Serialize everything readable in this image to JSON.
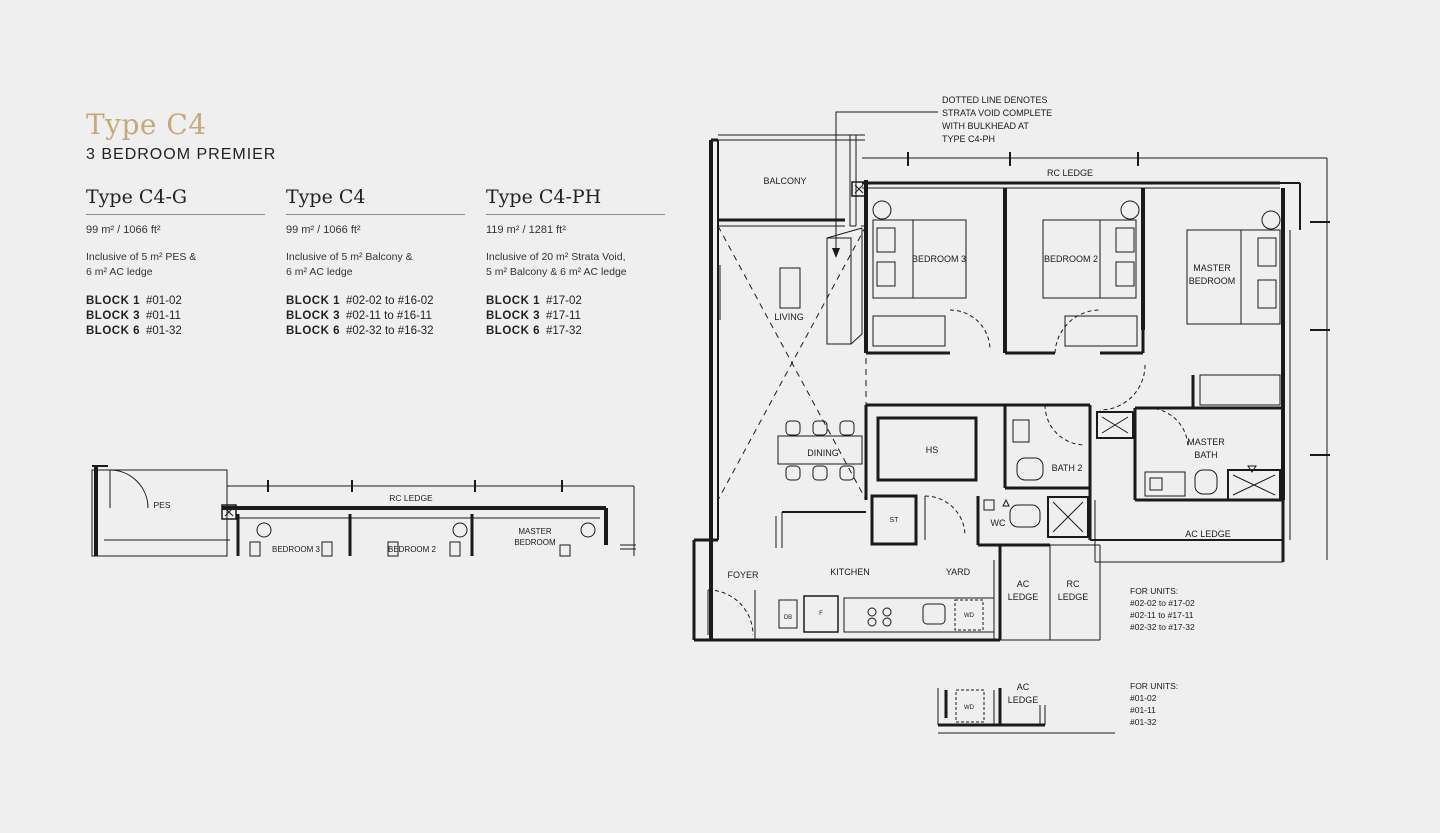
{
  "header": {
    "title": "Type C4",
    "subtitle": "3 BEDROOM PREMIER"
  },
  "types": [
    {
      "name": "Type C4-G",
      "area": "99 m² / 1066 ft²",
      "inclusive": "Inclusive of 5 m² PES &\n6 m² AC ledge",
      "blocks": [
        {
          "block": "BLOCK 1",
          "units": "#01-02"
        },
        {
          "block": "BLOCK 3",
          "units": "#01-11"
        },
        {
          "block": "BLOCK 6",
          "units": "#01-32"
        }
      ]
    },
    {
      "name": "Type C4",
      "area": "99 m² / 1066 ft²",
      "inclusive": "Inclusive of 5 m² Balcony &\n6 m² AC ledge",
      "blocks": [
        {
          "block": "BLOCK 1",
          "units": "#02-02 to #16-02"
        },
        {
          "block": "BLOCK 3",
          "units": "#02-11 to #16-11"
        },
        {
          "block": "BLOCK 6",
          "units": "#02-32 to #16-32"
        }
      ]
    },
    {
      "name": "Type C4-PH",
      "area": "119 m² / 1281 ft²",
      "inclusive": "Inclusive of 20 m² Strata Void,\n5 m² Balcony & 6 m² AC ledge",
      "blocks": [
        {
          "block": "BLOCK 1",
          "units": "#17-02"
        },
        {
          "block": "BLOCK 3",
          "units": "#17-11"
        },
        {
          "block": "BLOCK 6",
          "units": "#17-32"
        }
      ]
    }
  ],
  "floorplan": {
    "note": [
      "DOTTED LINE DENOTES",
      "STRATA VOID COMPLETE",
      "WITH BULKHEAD AT",
      "TYPE C4-PH"
    ],
    "rooms": {
      "balcony": "BALCONY",
      "rc_ledge_top": "RC LEDGE",
      "bedroom3": "BEDROOM 3",
      "bedroom2": "BEDROOM 2",
      "master_bedroom": [
        "MASTER",
        "BEDROOM"
      ],
      "living": "LIVING",
      "dining": "DINING",
      "hs": "HS",
      "bath2": "BATH 2",
      "master_bath": [
        "MASTER",
        "BATH"
      ],
      "ac_ledge_right": "AC LEDGE",
      "st": "ST",
      "wc": "WC",
      "foyer": "FOYER",
      "kitchen": "KITCHEN",
      "yard": "YARD",
      "db": "DB",
      "f": "F",
      "wd": "WD",
      "ac_ledge_bottom": [
        "AC",
        "LEDGE"
      ],
      "rc_ledge_bottom": [
        "RC",
        "LEDGE"
      ]
    },
    "units_note_1": [
      "FOR UNITS:",
      "#02-02 to #17-02",
      "#02-11 to #17-11",
      "#02-32 to #17-32"
    ],
    "units_note_2": [
      "FOR UNITS:",
      "#01-02",
      "#01-11",
      "#01-32"
    ],
    "inset_wd": "WD",
    "inset_ac_ledge": [
      "AC",
      "LEDGE"
    ]
  },
  "ground_plan": {
    "pes": "PES",
    "rc_ledge": "RC LEDGE",
    "bedroom3": "BEDROOM 3",
    "bedroom2": "BEDROOM 2",
    "master_bedroom": [
      "MASTER",
      "BEDROOM"
    ]
  }
}
